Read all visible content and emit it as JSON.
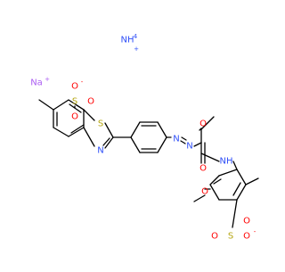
{
  "colors": {
    "bond": "#000000",
    "oxygen": "#ff0000",
    "nitrogen": "#3050f8",
    "sulfur": "#b5a50f",
    "sodium": "#ab5cf2",
    "background": "#ffffff"
  },
  "labels": {
    "ammonium": "NH",
    "ammonium_h_sub": "4",
    "ammonium_charge": "+",
    "sodium": "Na",
    "sodium_charge": "+",
    "o_minus_1": "O",
    "o_minus_1_charge": "-",
    "s_thiazole": "S",
    "s_sulfonate1": "S",
    "o_sulf1_right": "O",
    "o_sulf1_bottom": "O",
    "n_thiazole": "N",
    "n_azo1": "N",
    "n_azo2": "N",
    "o_ketone": "O",
    "o_amide": "O",
    "nh_amide": "NH",
    "o_methoxy": "O",
    "s_sulfonate2": "S",
    "o_sulf2_top": "O",
    "o_sulf2_left": "O",
    "o_sulf2_right": "O",
    "o_sulf2_charge": "-"
  }
}
